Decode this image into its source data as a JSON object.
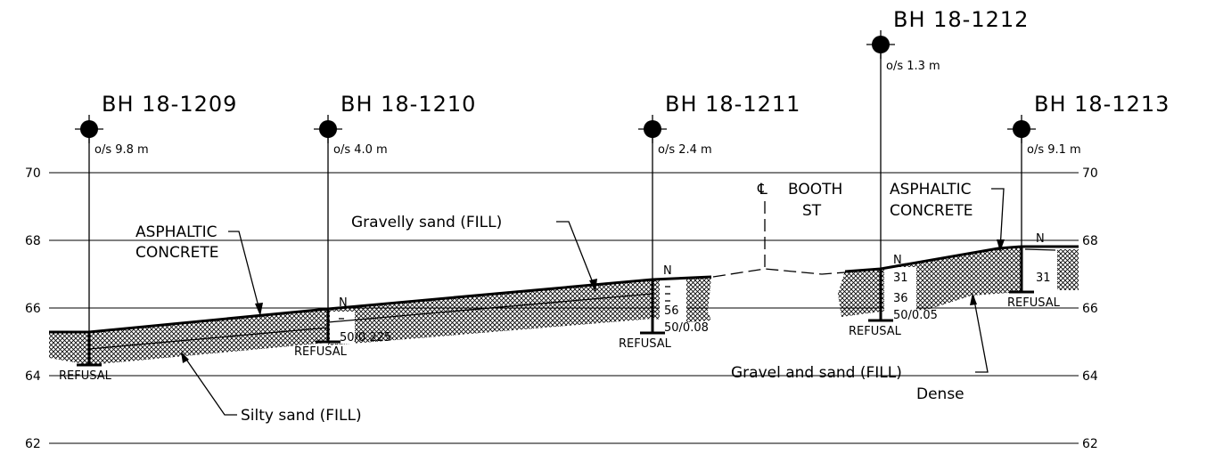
{
  "boreholes": [
    {
      "id": "BH 18-1209",
      "offset": "o/s 9.8 m",
      "refusal": "REFUSAL",
      "values": []
    },
    {
      "id": "BH 18-1210",
      "offset": "o/s 4.0 m",
      "refusal": "REFUSAL",
      "n_label": "N",
      "values": [
        "50/0.225"
      ]
    },
    {
      "id": "BH 18-1211",
      "offset": "o/s 2.4 m",
      "refusal": "REFUSAL",
      "n_label": "N",
      "values": [
        "56",
        "50/0.08"
      ]
    },
    {
      "id": "BH 18-1212",
      "offset": "o/s 1.3 m",
      "refusal": "REFUSAL",
      "n_label": "N",
      "values": [
        "31",
        "36",
        "50/0.05"
      ]
    },
    {
      "id": "BH 18-1213",
      "offset": "o/s 9.1 m",
      "refusal": "REFUSAL",
      "n_label": "N",
      "values": [
        "31"
      ]
    }
  ],
  "elevations": {
    "left": [
      "70",
      "68",
      "66",
      "64",
      "62"
    ],
    "right": [
      "70",
      "68",
      "66",
      "64",
      "62"
    ]
  },
  "labels": {
    "asphaltic_left": [
      "ASPHALTIC",
      "CONCRETE"
    ],
    "asphaltic_right": [
      "ASPHALTIC",
      "CONCRETE"
    ],
    "gravelly_sand": "Gravelly sand (FILL)",
    "silty_sand": "Silty sand (FILL)",
    "gravel_and_sand": "Gravel and sand (FILL)",
    "dense": "Dense",
    "centerline_symbol": "℄",
    "booth_st": [
      "BOOTH",
      "ST"
    ]
  },
  "colors": {
    "line": "#000000",
    "background": "#ffffff"
  }
}
